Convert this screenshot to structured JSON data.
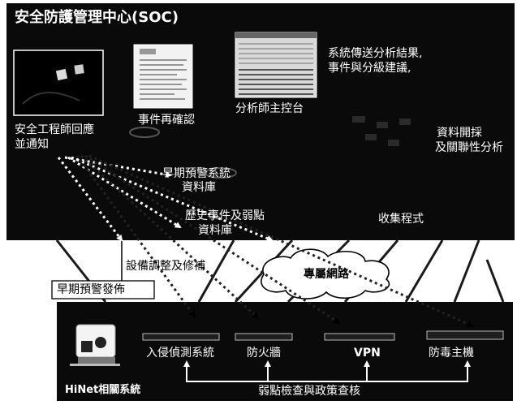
{
  "title": "安全防護管理中心(SOC)",
  "soc_panel": {
    "engineer_label_line1": "安全工程師回應",
    "engineer_label_line2": "並通知",
    "reconfirm_label": "事件再確認",
    "console_label": "分析師主控台",
    "report_line1": "系統傳送分析結果,",
    "report_line2": "事件與分級建議,",
    "mining_line1": "資料開採",
    "mining_line2": "及關聯性分析",
    "early_db_line1": "早期預警系統",
    "early_db_line2": "資料庫",
    "history_db_line1": "歷史事件及弱點",
    "history_db_line2": "資料庫",
    "collector_label": "收集程式"
  },
  "middle": {
    "device_adjust_label": "設備調整及修補",
    "early_warning_label": "早期預警發佈",
    "network_label": "專屬網路"
  },
  "devices_panel": {
    "ids_label": "入侵偵測系統",
    "firewall_label": "防火牆",
    "vpn_label": "VPN",
    "antivirus_label": "防毒主機",
    "hinet_label": "HiNet相關系統",
    "scan_label": "弱點檢查與政策查核"
  },
  "colors": {
    "panel": "#0a0a0a",
    "background": "#ffffff",
    "text_on_panel": "#ffffff",
    "text_on_white": "#000000"
  }
}
